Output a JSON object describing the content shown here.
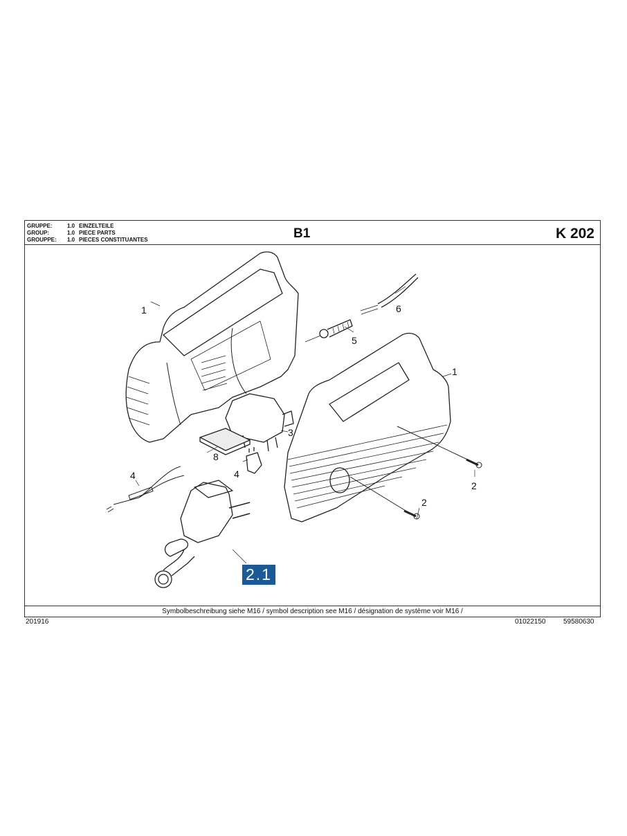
{
  "header": {
    "group_rows": [
      {
        "label": "GRUPPE:",
        "number": "1.0",
        "name": "EINZELTEILE"
      },
      {
        "label": "GROUP:",
        "number": "1.0",
        "name": "PIECE PARTS"
      },
      {
        "label": "GROUPPE:",
        "number": "1.0",
        "name": "PIECES CONSTITUANTES"
      }
    ],
    "sheet_code": "B1",
    "model": "K 202"
  },
  "drawing": {
    "callouts": [
      {
        "id": "c1a",
        "label": "1"
      },
      {
        "id": "c1b",
        "label": "1"
      },
      {
        "id": "c2a",
        "label": "2"
      },
      {
        "id": "c2b",
        "label": "2"
      },
      {
        "id": "c3",
        "label": "3"
      },
      {
        "id": "c4a",
        "label": "4"
      },
      {
        "id": "c4b",
        "label": "4"
      },
      {
        "id": "c5",
        "label": "5"
      },
      {
        "id": "c6",
        "label": "6"
      },
      {
        "id": "c8",
        "label": "8"
      }
    ],
    "subassembly_badge": {
      "label": "2.1",
      "color": "#1b5a96"
    }
  },
  "footer": {
    "symbol_note": "Symbolbeschreibung siehe M16 / symbol description see M16 / désignation de système voir M16 /",
    "doc_number": "201916",
    "ref_1": "01022150",
    "ref_2": "59580630"
  }
}
